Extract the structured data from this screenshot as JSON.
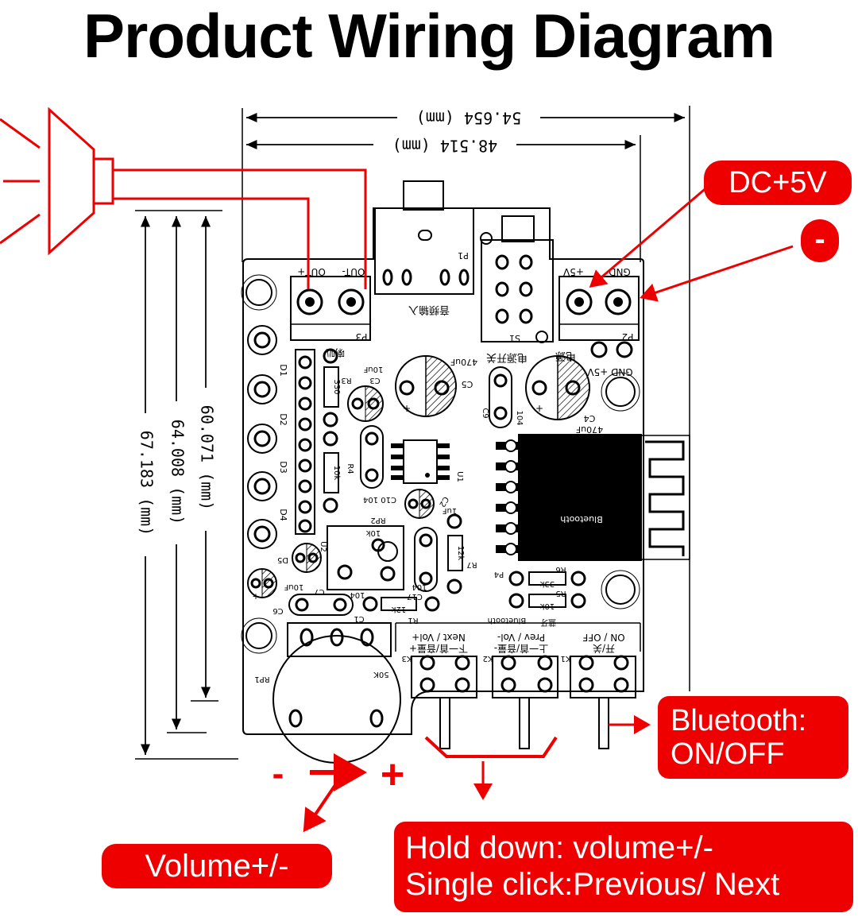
{
  "title": "Product Wiring Diagram",
  "colors": {
    "callout_bg": "#ee0000",
    "wire": "#ee0000",
    "pcb_line": "#000000"
  },
  "dimensions": {
    "width_outer": "54.654 (mm)",
    "width_inner": "48.514 (mm)",
    "height_1": "67.183 (mm)",
    "height_2": "64.008 (mm)",
    "height_3": "60.071 (mm)"
  },
  "board": {
    "out_plus": "OUT+",
    "out_minus": "OUT-",
    "p3": "P3",
    "audio_in": "音频输入",
    "p1": "P1",
    "s1": "S1",
    "power_switch": "电源开关",
    "pin_5v": "+5V",
    "pin_gnd": "GND",
    "p2": "P2",
    "power": "电源",
    "gnd_5v": "GND +5V",
    "speaker": "喇叭",
    "c5": "C5",
    "c5_val": "470uF",
    "c4": "C4",
    "c4_val": "470uF",
    "c3": "C3",
    "c3_val": "10uF",
    "r3": "R3",
    "r3_val": "330",
    "c9": "C9",
    "c9_val": "104",
    "c10": "C10 104",
    "r4": "R4",
    "r4_val": "10k",
    "u1": "U1",
    "c2": "C2",
    "c2_val": "1uF",
    "rp2": "RP2",
    "rp2_val": "10k",
    "r7": "R7",
    "r7_val": "12k",
    "bluetooth": "Bluetooth",
    "p4": "P4",
    "r6": "R6",
    "r6_val": "33k",
    "r5": "R5",
    "r5_val": "10k",
    "u2": "U2",
    "d1": "D1",
    "d2": "D2",
    "d3": "D3",
    "d4": "D4",
    "d5": "D5",
    "c7": "C7",
    "c7_val": "10uF",
    "c6": "C6",
    "c1": "C1",
    "c1_val": "104",
    "c17": "C17",
    "c17_val": "104",
    "r1": "R1",
    "r1_val": "12k",
    "bt_label": "Bluetooth",
    "bt_cn": "蓝牙",
    "k3": "K3",
    "k3_label": "Next / Vol+",
    "k3_cn": "下一首/音量+",
    "k2": "K2",
    "k2_label": "Prev / Vol-",
    "k2_cn": "上一首/音量-",
    "k1": "K1",
    "k1_label": "ON / OFF",
    "k1_cn": "开/关",
    "rp1": "RP1",
    "rp1_val": "50K"
  },
  "volume_direction": {
    "minus": "-",
    "plus": "+"
  },
  "callouts": {
    "dc": "DC+5V",
    "negative": "-",
    "bluetooth_line1": "Bluetooth:",
    "bluetooth_line2": "ON/OFF",
    "volume": "Volume+/-",
    "hold_line1": "Hold down: volume+/-",
    "hold_line2": "Single click:Previous/ Next"
  }
}
